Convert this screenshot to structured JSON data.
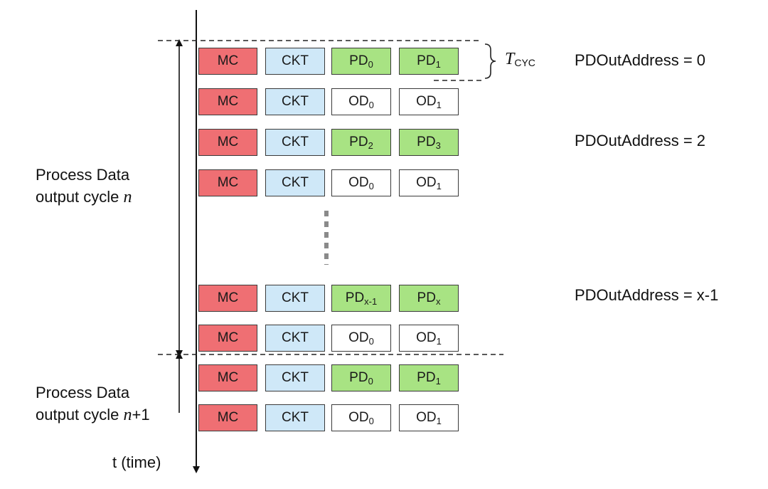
{
  "rows": [
    {
      "c0": "MC",
      "c1": "CKT",
      "kind": "pd",
      "d0_base": "PD",
      "d0_sub": "0",
      "d1_base": "PD",
      "d1_sub": "1"
    },
    {
      "c0": "MC",
      "c1": "CKT",
      "kind": "od",
      "d0_base": "OD",
      "d0_sub": "0",
      "d1_base": "OD",
      "d1_sub": "1"
    },
    {
      "c0": "MC",
      "c1": "CKT",
      "kind": "pd",
      "d0_base": "PD",
      "d0_sub": "2",
      "d1_base": "PD",
      "d1_sub": "3"
    },
    {
      "c0": "MC",
      "c1": "CKT",
      "kind": "od",
      "d0_base": "OD",
      "d0_sub": "0",
      "d1_base": "OD",
      "d1_sub": "1"
    },
    {
      "c0": "MC",
      "c1": "CKT",
      "kind": "pd",
      "d0_base": "PD",
      "d0_sub": "x-1",
      "d1_base": "PD",
      "d1_sub": "x"
    },
    {
      "c0": "MC",
      "c1": "CKT",
      "kind": "od",
      "d0_base": "OD",
      "d0_sub": "0",
      "d1_base": "OD",
      "d1_sub": "1"
    },
    {
      "c0": "MC",
      "c1": "CKT",
      "kind": "pd",
      "d0_base": "PD",
      "d0_sub": "0",
      "d1_base": "PD",
      "d1_sub": "1"
    },
    {
      "c0": "MC",
      "c1": "CKT",
      "kind": "od",
      "d0_base": "OD",
      "d0_sub": "0",
      "d1_base": "OD",
      "d1_sub": "1"
    }
  ],
  "addresses": [
    "PDOutAddress = 0",
    "PDOutAddress = 2",
    "PDOutAddress = x-1"
  ],
  "tcyc": {
    "base": "T",
    "sub": "CYC"
  },
  "cycle_n": {
    "line1": "Process Data",
    "line2_prefix": "output cycle ",
    "line2_var": "n",
    "line2_suffix": ""
  },
  "cycle_n1": {
    "line1": "Process Data",
    "line2_prefix": "output cycle ",
    "line2_var": "n",
    "line2_suffix": "+1"
  },
  "time_label": "t (time)",
  "colors": {
    "mc": "#ef6f73",
    "ckt": "#cfe8f8",
    "pd": "#a8e383",
    "od": "#ffffff"
  }
}
